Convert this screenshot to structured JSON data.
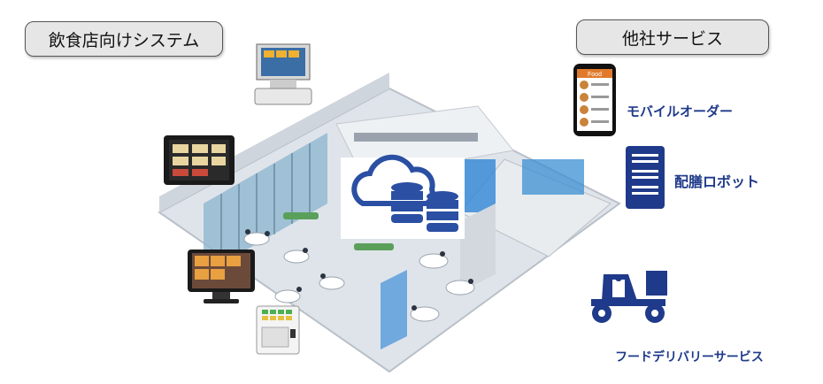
{
  "left_category": {
    "label": "飲食店向けシステム"
  },
  "right_category": {
    "label": "他社サービス"
  },
  "services": {
    "mobile_order": "モバイルオーダー",
    "serving_robot": "配膳ロボット",
    "food_delivery": "フードデリバリーサービス"
  },
  "devices": {
    "phone_header": "Food"
  },
  "colors": {
    "accent_blue": "#1f3a8a",
    "cloud_blue": "#2a4fa3",
    "pill_bg": "#e6e6e6"
  }
}
